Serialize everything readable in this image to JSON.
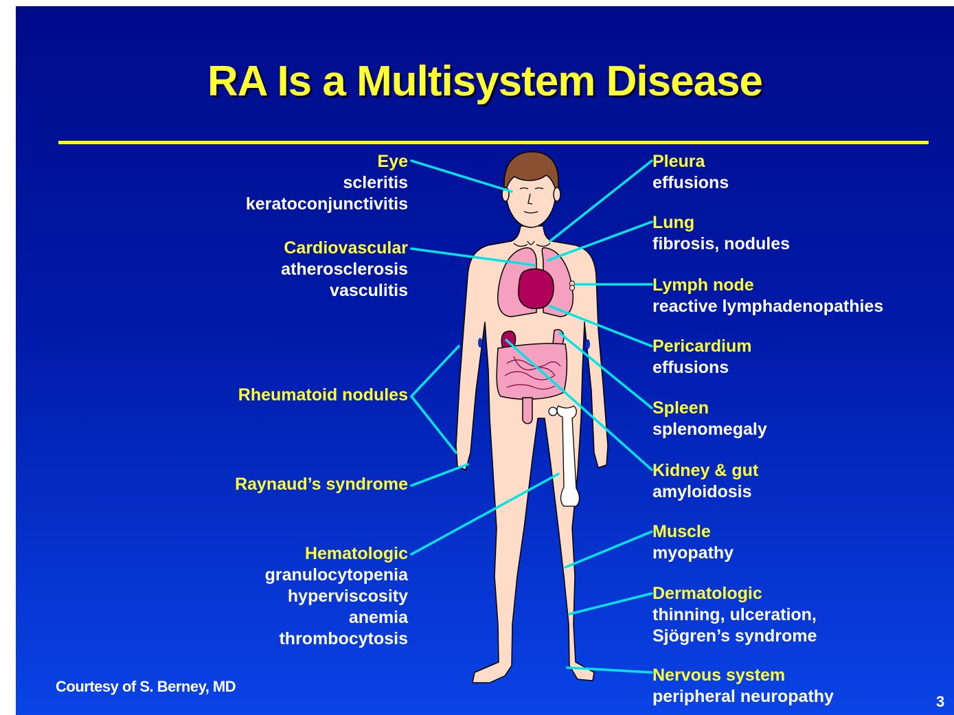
{
  "title": "RA Is a Multisystem Disease",
  "credit": "Courtesy of S. Berney, MD",
  "page_number": "3",
  "left_labels": [
    {
      "heading": "Eye",
      "details": [
        "scleritis",
        "keratoconjunctivitis"
      ]
    },
    {
      "heading": "Cardiovascular",
      "details": [
        "atherosclerosis",
        "vasculitis"
      ]
    },
    {
      "heading": "Rheumatoid nodules",
      "details": []
    },
    {
      "heading": "Raynaud’s syndrome",
      "details": []
    },
    {
      "heading": "Hematologic",
      "details": [
        "granulocytopenia",
        "hyperviscosity",
        "anemia",
        "thrombocytosis"
      ]
    }
  ],
  "right_labels": [
    {
      "heading": "Pleura",
      "details": [
        "effusions"
      ]
    },
    {
      "heading": "Lung",
      "details": [
        "fibrosis, nodules"
      ]
    },
    {
      "heading": "Lymph node",
      "details": [
        "reactive lymphadenopathies"
      ]
    },
    {
      "heading": "Pericardium",
      "details": [
        "effusions"
      ]
    },
    {
      "heading": "Spleen",
      "details": [
        "splenomegaly"
      ]
    },
    {
      "heading": "Kidney & gut",
      "details": [
        "amyloidosis"
      ]
    },
    {
      "heading": "Muscle",
      "details": [
        "myopathy"
      ]
    },
    {
      "heading": "Dermatologic",
      "details": [
        "thinning, ulceration,",
        "Sjögren’s syndrome"
      ]
    },
    {
      "heading": "Nervous system",
      "details": [
        "peripheral neuropathy"
      ]
    }
  ],
  "colors": {
    "background_top": "#000b8a",
    "background_bottom": "#0a43e6",
    "heading_text": "#ffff33",
    "detail_text": "#ffffff",
    "leader_lines": "#00e5e5",
    "skin": "#ffdcc8",
    "organ_pink": "#f4a0be",
    "organ_dark": "#b0005a"
  }
}
